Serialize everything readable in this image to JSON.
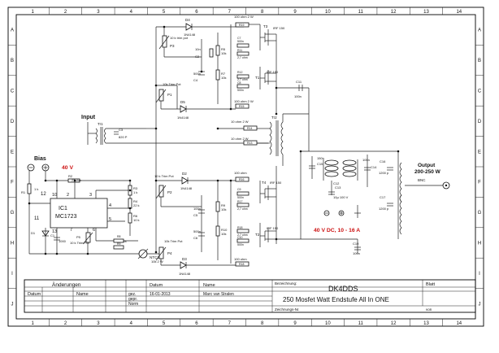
{
  "frame": {
    "cols": [
      "1",
      "2",
      "3",
      "4",
      "5",
      "6",
      "7",
      "8",
      "9",
      "10",
      "11",
      "12",
      "13",
      "14"
    ],
    "rows": [
      "A",
      "B",
      "C",
      "D",
      "E",
      "F",
      "G",
      "H",
      "I",
      "J"
    ]
  },
  "labels": {
    "input": "Input",
    "bias": "Bias",
    "bias_voltage": "40  V",
    "supply": "40  V DC, 10 - 16 A",
    "output1": "Output",
    "output2": "200-250 W",
    "bnc": "BNC"
  },
  "ic": {
    "name": "IC1",
    "part": "MC1723",
    "pin12": "12",
    "pin10": "10",
    "pin2": "2",
    "pin3": "3",
    "pin4": "4",
    "pin11": "11",
    "pin5": "5",
    "pin6": "6",
    "pin7": "7",
    "pin13": "13"
  },
  "components": {
    "d4": "D4",
    "d4v": "1N4148",
    "p3": "10 k trim pot",
    "p3n": "P3",
    "r19": "R19",
    "r19v": "100 ohm 2 W",
    "t3": "T3",
    "t3v": "IRF 150",
    "r11": "R11",
    "r11v": "2,7 ohm",
    "c7": "C7",
    "c7v": "500n",
    "c2": "C2",
    "c2v": "10n",
    "r5": "R5",
    "r5v": "10k",
    "c4": "C4",
    "c4v": "500n",
    "r7": "R7",
    "r7v": "10k",
    "r12": "R12",
    "r12v": "2,7 ohm",
    "t1": "T1",
    "t1v": "IRF 150",
    "c8": "C8",
    "c8v": "500n",
    "r15": "R15",
    "r15v": "100 ohm 2 W",
    "c11": "C11",
    "c11v": "100n",
    "p1v": "10k Trim Pot",
    "p1": "P1",
    "d5": "D5",
    "d5v": "1N4148",
    "tr1": "Tr1",
    "c3": "C3",
    "c3v": "820 P",
    "r14": "R14",
    "r14v": "10 ohm 2 W",
    "r13": "R13",
    "r13v": "10 ohm 2 W",
    "tr2": "Tr2",
    "c15": "C15",
    "c15v": "150n",
    "c12": "C12",
    "c13": "C13",
    "c13v": "10µ 100 V",
    "c14": "C14",
    "c14v": "100n",
    "c16": "C16",
    "c16v": "1200 p",
    "c17": "C17",
    "c17v": "1200 p",
    "r2": "R2",
    "r2v": "27 ohm",
    "r1": "R1",
    "r1v": "1 k",
    "r3": "R3",
    "r3v": "1 k",
    "r4": "R4",
    "r4v": "22 k",
    "r6": "R6",
    "r6v": "10 k",
    "d1": "D1",
    "c1": "C1",
    "c1v": "1000",
    "p5": "P5",
    "p5v": "10 k Trim Pot",
    "r8": "R8",
    "r8v": "1k",
    "r9": "R9",
    "ntc": "NTC1",
    "ntcv": "10k 2 W",
    "p2v": "10 k Trim Pot",
    "p2": "P2",
    "d2": "D2",
    "d2v": "1N4148",
    "r16": "R16",
    "r16v": "100 ohm",
    "t4": "T4",
    "t4v": "IRF 150",
    "c9": "C9",
    "c9v": "500n",
    "r17": "R17",
    "r17v": "2,7 ohm",
    "c5": "C5",
    "c5v": "100n",
    "r9b": "R9",
    "r9bv": "10k",
    "c6": "C6",
    "c6v": "500n",
    "r10": "R10",
    "r10v": "10k",
    "r18": "R18",
    "r18v": "2,7 ohm",
    "t2": "T2",
    "t2v": "IRF 150",
    "c10": "C10",
    "c10v": "500n",
    "p4v": "10k Trim Pot",
    "p4": "P4",
    "d3": "D3",
    "d3v": "1N4148",
    "r18b": "R18",
    "r18bv": "100 ohm",
    "c19": "C19",
    "c19v": "100n"
  },
  "title_block": {
    "aenderungen": "Änderungen",
    "datum_h": "Datum",
    "name_h": "Name",
    "datum_h2": "Datum",
    "name_h2": "Name",
    "gez": "gez.",
    "gez_date": "16-01-2013",
    "gez_name": "Marc van Stralen",
    "gepr": "gepr.",
    "norm": "Norm",
    "bezeichnung": "Bezeichnung:",
    "title": "DK4DDS",
    "subtitle": "250 Mosfet Watt Endstufe All In ONE",
    "blatt": "Blatt",
    "zeichnung": "Zeichnungs-Nr.",
    "von": "von"
  }
}
